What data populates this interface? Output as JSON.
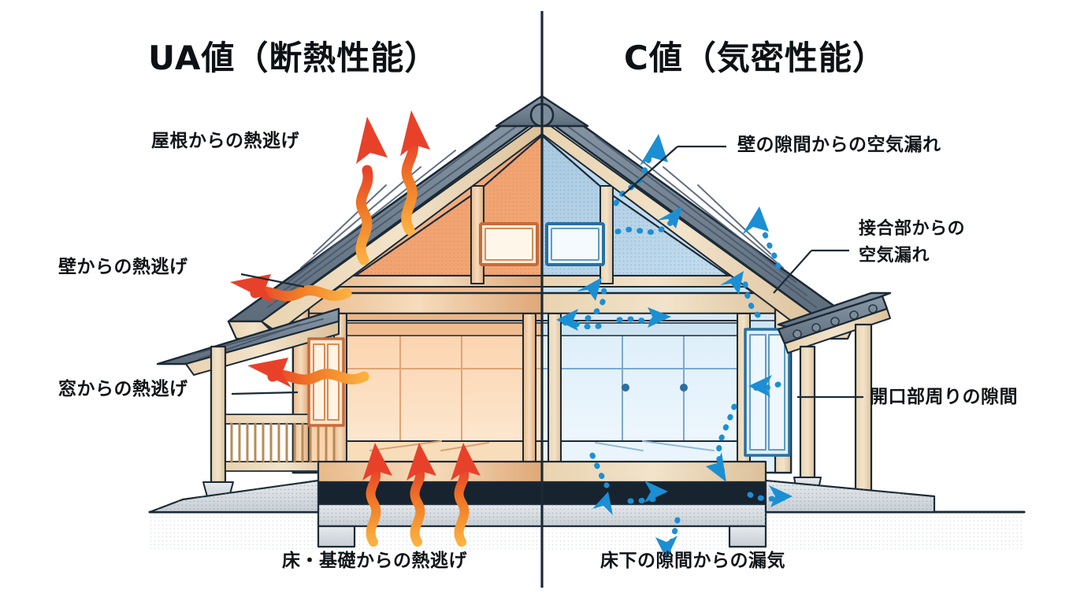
{
  "titles": {
    "left": "UA値（断熱性能）",
    "right": "C値（気密性能）"
  },
  "colors": {
    "heat_arrow_head": "#e8412a",
    "heat_arrow_tail": "#f59a2e",
    "air_arrow": "#1b8fd4",
    "wall_warm": "#f4a87a",
    "wall_cool": "#cfe4f3",
    "roof_tile": "#6d7b8a",
    "wood": "#e3c9a3",
    "concrete": "#d8dde1",
    "outline": "#1b2a36",
    "text": "#111418"
  },
  "annotations": {
    "roof_heat": "屋根からの熱逃げ",
    "wall_heat": "壁からの熱逃げ",
    "window_heat": "窓からの熱逃げ",
    "floor_heat": "床・基礎からの熱逃げ",
    "wall_gap_air": "壁の隙間からの空気漏れ",
    "joint_air_line1": "接合部からの",
    "joint_air_line2": "空気漏れ",
    "opening_gap": "開口部周りの隙間",
    "underfloor_air": "床下の隙間からの漏気"
  }
}
